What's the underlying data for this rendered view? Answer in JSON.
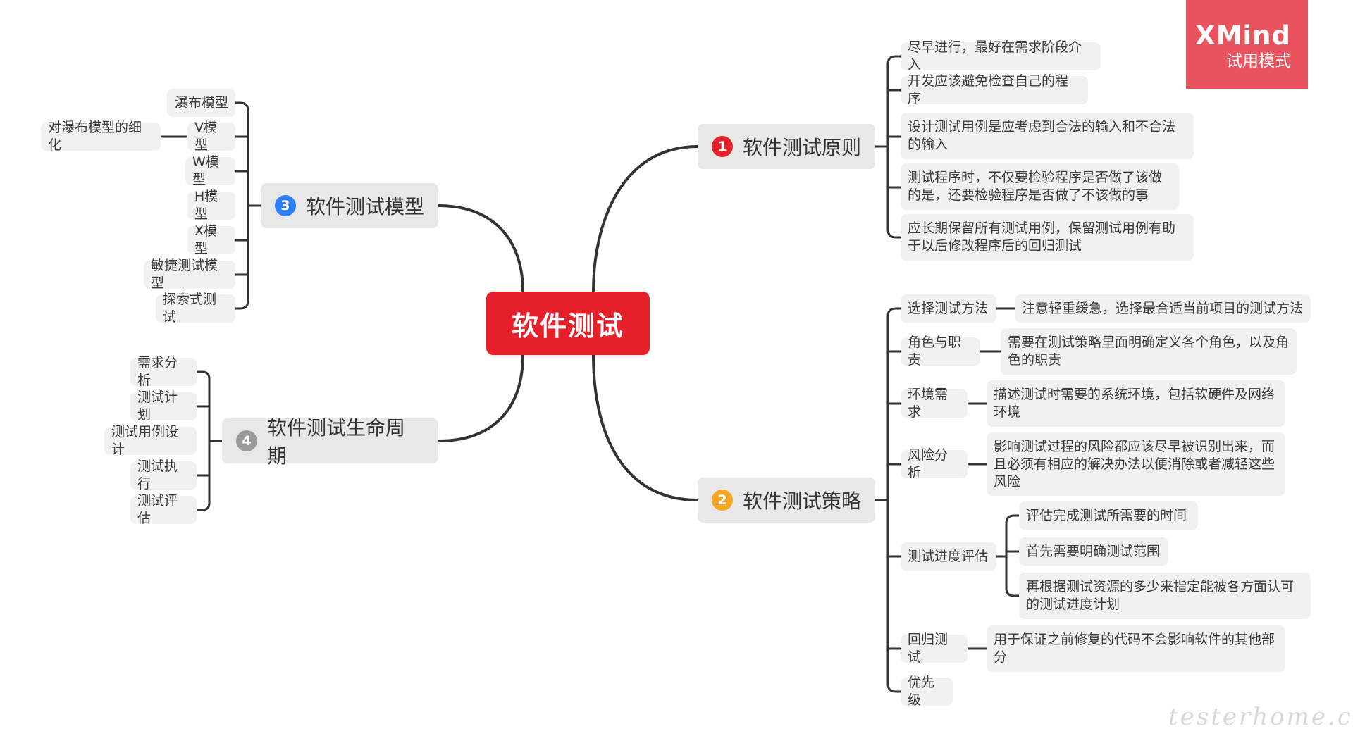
{
  "central": "软件测试",
  "brand": {
    "name": "XMind",
    "mode": "试用模式"
  },
  "watermark": "testerhome.com",
  "colors": {
    "central": "#e5202b",
    "badge1": "#e5202b",
    "badge2": "#f5a623",
    "badge3": "#2d7ff9",
    "badge4": "#9b9b9b",
    "line": "#333333"
  },
  "branches": {
    "b1": {
      "num": "1",
      "label": "软件测试原则",
      "items": [
        "尽早进行，最好在需求阶段介入",
        "开发应该避免检查自己的程序",
        "设计测试用例是应考虑到合法的输入和不合法的输入",
        "测试程序时，不仅要检验程序是否做了该做的是，还要检验程序是否做了不该做的事",
        "应长期保留所有测试用例，保留测试用例有助于以后修改程序后的回归测试"
      ]
    },
    "b2": {
      "num": "2",
      "label": "软件测试策略",
      "items": [
        {
          "label": "选择测试方法",
          "details": [
            "注意轻重缓急，选择最合适当前项目的测试方法"
          ]
        },
        {
          "label": "角色与职责",
          "details": [
            "需要在测试策略里面明确定义各个角色，以及角色的职责"
          ]
        },
        {
          "label": "环境需求",
          "details": [
            "描述测试时需要的系统环境，包括软硬件及网络环境"
          ]
        },
        {
          "label": "风险分析",
          "details": [
            "影响测试过程的风险都应该尽早被识别出来，而且必须有相应的解决办法以便消除或者减轻这些风险"
          ]
        },
        {
          "label": "测试进度评估",
          "details": [
            "评估完成测试所需要的时间",
            "首先需要明确测试范围",
            "再根据测试资源的多少来指定能被各方面认可的测试进度计划"
          ]
        },
        {
          "label": "回归测试",
          "details": [
            "用于保证之前修复的代码不会影响软件的其他部分"
          ]
        },
        {
          "label": "优先级",
          "details": []
        }
      ]
    },
    "b3": {
      "num": "3",
      "label": "软件测试模型",
      "items": [
        "瀑布模型",
        "V模型",
        "W模型",
        "H模型",
        "X模型",
        "敏捷测试模型",
        "探索式测试"
      ],
      "v_extra": "对瀑布模型的细化"
    },
    "b4": {
      "num": "4",
      "label": "软件测试生命周期",
      "items": [
        "需求分析",
        "测试计划",
        "测试用例设计",
        "测试执行",
        "测试评估"
      ]
    }
  }
}
